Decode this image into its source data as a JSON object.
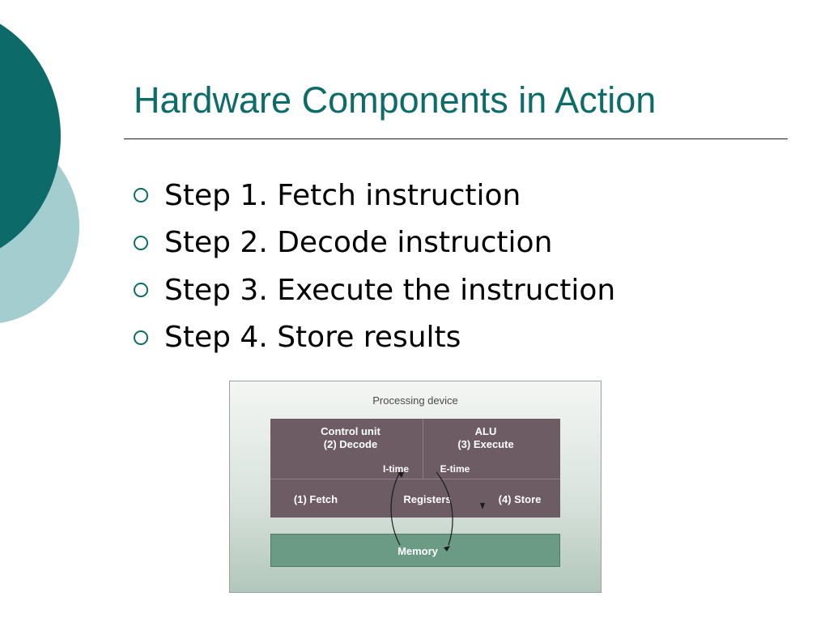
{
  "slide": {
    "title": "Hardware Components in Action",
    "steps": [
      "Step 1. Fetch instruction",
      "Step 2. Decode instruction",
      "Step 3. Execute the instruction",
      "Step 4. Store results"
    ]
  },
  "diagram": {
    "title": "Processing device",
    "control_unit": {
      "name": "Control unit",
      "action": "(2) Decode"
    },
    "alu": {
      "name": "ALU",
      "action": "(3) Execute"
    },
    "i_time": "I-time",
    "e_time": "E-time",
    "fetch": "(1) Fetch",
    "registers": "Registers",
    "store": "(4) Store",
    "memory": "Memory"
  },
  "colors": {
    "accent_dark": "#0c6b69",
    "accent_light": "#a3cdcf",
    "cpu_fill": "#6e5c64",
    "memory_fill": "#6b9b84"
  }
}
